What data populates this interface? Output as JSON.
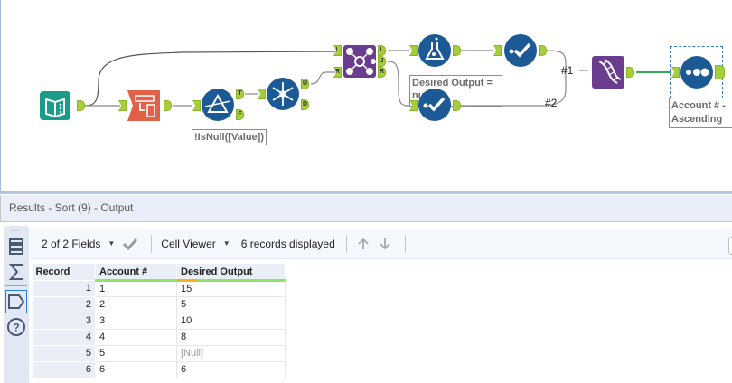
{
  "canvas": {
    "tools": [
      {
        "name": "input-data",
        "color": "#1a9c8a"
      },
      {
        "name": "text-to-columns",
        "color": "#e06048"
      },
      {
        "name": "filter",
        "color": "#1c5a96",
        "anchors": [
          "T",
          "F"
        ]
      },
      {
        "name": "unique",
        "color": "#1c5a96",
        "anchors": [
          "U",
          "D"
        ]
      },
      {
        "name": "join",
        "color": "#6b3d8f",
        "anchors_in": [
          "L",
          "R"
        ],
        "anchors_out": [
          "L",
          "J",
          "R"
        ]
      },
      {
        "name": "formula",
        "color": "#1c5a96"
      },
      {
        "name": "select-records-1",
        "color": "#1c5a96"
      },
      {
        "name": "select-records-2",
        "color": "#1c5a96"
      },
      {
        "name": "union",
        "color": "#6b3d8f"
      },
      {
        "name": "sort",
        "color": "#1c5a96"
      }
    ],
    "annotations": {
      "filter": "!IsNull([Value])",
      "formula": "Desired Output = nu",
      "sort_line1": "Account # -",
      "sort_line2": "Ascending"
    },
    "connection_labels": {
      "first": "#1",
      "second": "#2"
    }
  },
  "results": {
    "header": "Results - Sort (9) - Output",
    "toolbar": {
      "fields": "2 of 2 Fields",
      "viewer": "Cell Viewer",
      "records": "6 records displayed"
    },
    "table": {
      "columns": [
        "Record",
        "Account #",
        "Desired Output"
      ],
      "rows": [
        [
          "1",
          "1",
          "15"
        ],
        [
          "2",
          "2",
          "5"
        ],
        [
          "3",
          "3",
          "10"
        ],
        [
          "4",
          "4",
          "8"
        ],
        [
          "5",
          "5",
          "[Null]"
        ],
        [
          "6",
          "6",
          "6"
        ]
      ]
    }
  },
  "colors": {
    "anchor": "#a6ce3a",
    "tool_blue": "#1c5a96",
    "tool_purple": "#6b3d8f",
    "selected_conn": "#3aa657",
    "selected_border": "#2a7fd4"
  }
}
